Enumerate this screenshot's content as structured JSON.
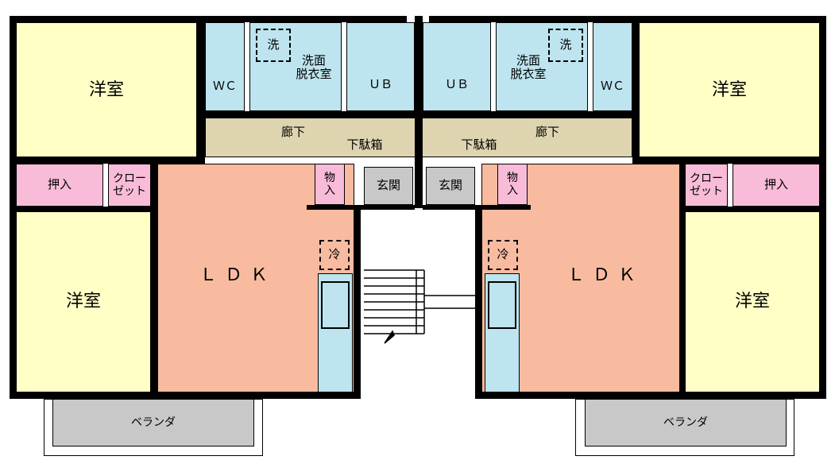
{
  "rooms": {
    "western": "洋室",
    "closet_oshiire": "押入",
    "closet": "クロー\nゼット",
    "ldk": "ＬＤＫ",
    "wc": "ＷＣ",
    "ub": "ＵＢ",
    "washroom": "洗面\n脱衣室",
    "hallway": "廊下",
    "shoe_box": "下駄箱",
    "storage": "物\n入",
    "entrance": "玄関",
    "balcony": "ベランダ",
    "washer": "洗",
    "fridge": "冷"
  },
  "colors": {
    "western": "#ffffc6",
    "closet": "#f8bcd8",
    "ldk": "#f9bba0",
    "wet": "#bde4ef",
    "hallway": "#dfd4b0",
    "entrance": "#c8c8c8",
    "balcony": "#c8c8c8",
    "wall": "#000000"
  }
}
